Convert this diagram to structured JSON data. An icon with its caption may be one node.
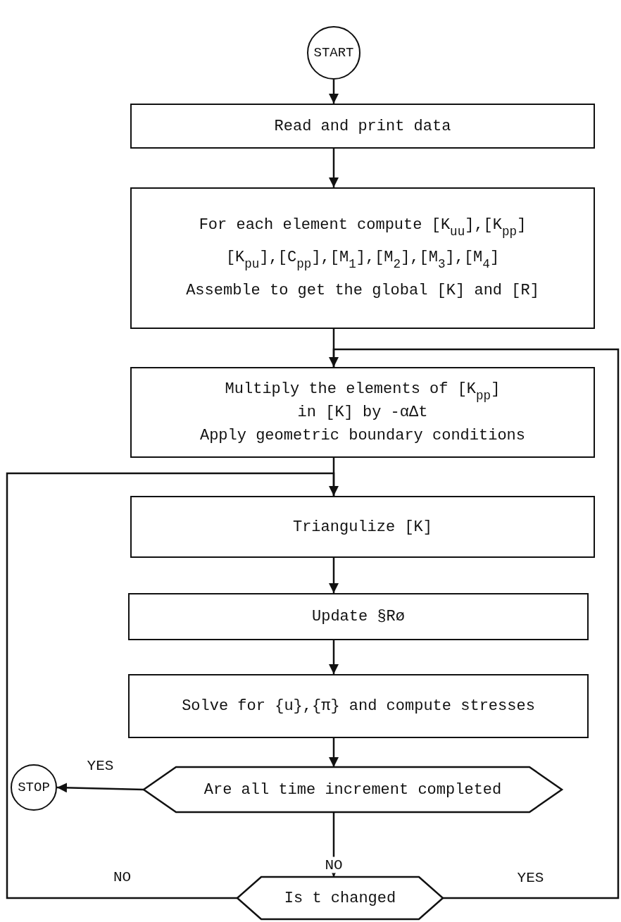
{
  "diagram": {
    "nodes": [
      {
        "text": [
          "START"
        ]
      },
      {
        "text": [
          "Read and print data"
        ]
      },
      {
        "text": [
          "For each element compute [K$_{uu}$],[K$_{pp}$] [K$_{pu}$],[C$_{pp}$],[M$_{1}$],[M$_{2}$],[M$_{3}$],[M$_{4}$]",
          "Assemble to get the global [K] and [R]"
        ]
      },
      {
        "text": [
          "Multiply the elements of [K$_{pp}$] in [K] by -αΔt",
          "Apply geometric boundary conditions"
        ]
      },
      {
        "text": [
          "Triangulize [K]"
        ]
      },
      {
        "text": [
          "Update §Rø"
        ]
      },
      {
        "text": [
          "Solve for {u},{π} and compute stresses"
        ]
      },
      {
        "text": [
          "Are all time increment completed"
        ]
      },
      {
        "text": [
          "STOP"
        ]
      },
      {
        "text": [
          "Is  t changed"
        ]
      }
    ],
    "edges": [
      {
        "from": 0,
        "to": 1,
        "arrow": "to"
      },
      {
        "from": 1,
        "to": 2,
        "arrow": "to"
      },
      {
        "from": 2,
        "to": 3,
        "arrow": "none"
      },
      {
        "from": 3,
        "to": 4,
        "arrow": "none"
      },
      {
        "from": 4,
        "to": 5,
        "arrow": "to"
      },
      {
        "from": 5,
        "to": 6,
        "arrow": "to"
      },
      {
        "from": 6,
        "to": 7,
        "arrow": "to"
      },
      {
        "from": 7,
        "to": 8,
        "arrow": "to",
        "label": "YES"
      },
      {
        "from": 7,
        "to": 9,
        "arrow": "to",
        "label": "NO"
      },
      {
        "from": 9,
        "to": 4,
        "arrow": "to",
        "label": "NO"
      },
      {
        "from": 9,
        "to": 3,
        "arrow": "to",
        "label": "YES"
      }
    ]
  }
}
